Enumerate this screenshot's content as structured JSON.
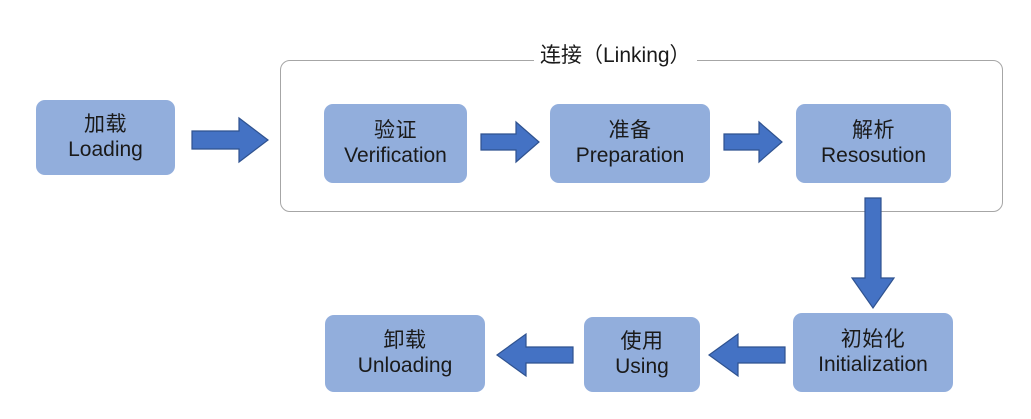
{
  "diagram": {
    "title_group": "连接（Linking）",
    "nodes": [
      {
        "id": "loading",
        "cn": "加载",
        "en": "Loading"
      },
      {
        "id": "verification",
        "cn": "验证",
        "en": "Verification"
      },
      {
        "id": "preparation",
        "cn": "准备",
        "en": "Preparation"
      },
      {
        "id": "resosution",
        "cn": "解析",
        "en": "Resosution"
      },
      {
        "id": "initialization",
        "cn": "初始化",
        "en": "Initialization"
      },
      {
        "id": "using",
        "cn": "使用",
        "en": "Using"
      },
      {
        "id": "unloading",
        "cn": "卸载",
        "en": "Unloading"
      }
    ],
    "arrows": [
      {
        "id": "loading-to-linking",
        "direction": "right"
      },
      {
        "id": "verification-to-preparation",
        "direction": "right"
      },
      {
        "id": "preparation-to-resosution",
        "direction": "right"
      },
      {
        "id": "resosution-to-initialization",
        "direction": "down"
      },
      {
        "id": "initialization-to-using",
        "direction": "left"
      },
      {
        "id": "using-to-unloading",
        "direction": "left"
      }
    ],
    "colors": {
      "node_fill": "#92AEDC",
      "arrow_fill": "#4472C4",
      "arrow_stroke": "#2F528F",
      "group_border": "#A6A6A6",
      "text": "#1A1A1A",
      "background": "#FFFFFF"
    }
  }
}
